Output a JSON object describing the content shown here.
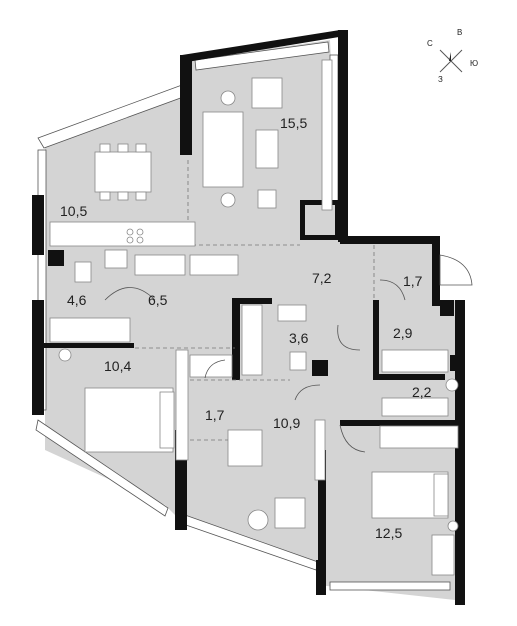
{
  "compass": {
    "north": "С",
    "east": "В",
    "south": "Ю",
    "west": "З"
  },
  "rooms": [
    {
      "id": "living",
      "area": "15,5"
    },
    {
      "id": "kitchen",
      "area": "10,5"
    },
    {
      "id": "hall",
      "area": "7,2"
    },
    {
      "id": "vestibule",
      "area": "1,7"
    },
    {
      "id": "bath-small",
      "area": "4,6"
    },
    {
      "id": "corridor",
      "area": "6,5"
    },
    {
      "id": "bath-center",
      "area": "3,6"
    },
    {
      "id": "wardrobe-1",
      "area": "2,9"
    },
    {
      "id": "bedroom-left",
      "area": "10,4"
    },
    {
      "id": "wardrobe-2",
      "area": "2,2"
    },
    {
      "id": "closet",
      "area": "1,7"
    },
    {
      "id": "bedroom-center",
      "area": "10,9"
    },
    {
      "id": "bedroom-right",
      "area": "12,5"
    }
  ],
  "colors": {
    "floor": "#d4d4d4",
    "wall": "#111111",
    "furniture": "#ffffff"
  }
}
